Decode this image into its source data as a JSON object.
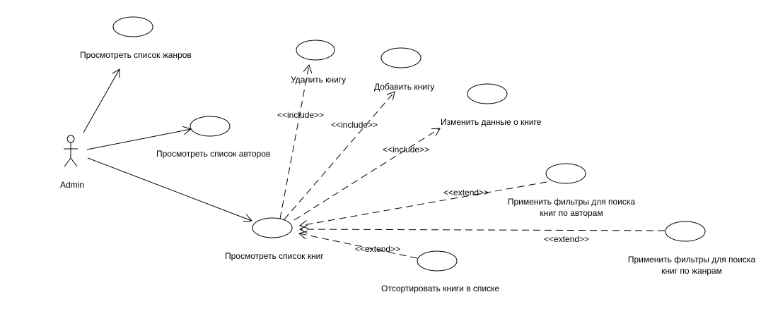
{
  "actor": {
    "label": "Admin"
  },
  "use_cases": {
    "genres": {
      "label": "Просмотреть список жанров"
    },
    "authors": {
      "label": "Просмотреть список авторов"
    },
    "books": {
      "label": "Просмотреть список книг"
    },
    "delete": {
      "label": "Удалить книгу"
    },
    "add": {
      "label": "Добавить книгу"
    },
    "edit": {
      "label": "Изменить данные о книге"
    },
    "filter_authors": {
      "line1": "Применить фильтры для поиска",
      "line2": "книг по авторам"
    },
    "filter_genres": {
      "line1": "Применить фильтры для поиска",
      "line2": "книг по жанрам"
    },
    "sort": {
      "label": "Отсортировать книги в списке"
    }
  },
  "relations": {
    "include_delete": "<<include>>",
    "include_add": "<<include>>",
    "include_edit": "<<include>>",
    "extend_filter_authors": "<<extend>>",
    "extend_filter_genres": "<<extend>>",
    "extend_sort": "<<extend>>"
  }
}
